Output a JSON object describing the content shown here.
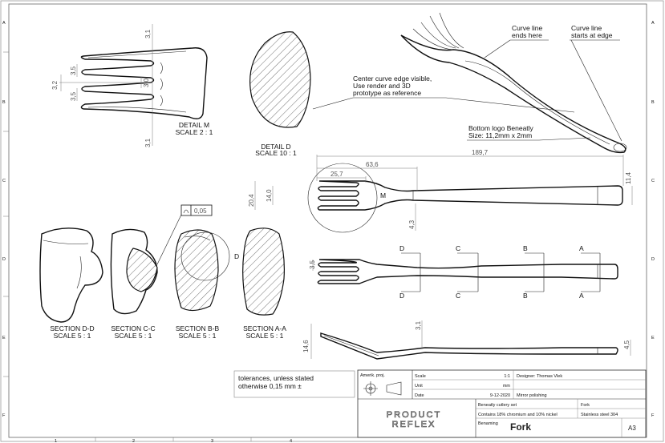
{
  "zones": {
    "top": [
      "1",
      "2",
      "3",
      "4"
    ],
    "side": [
      "A",
      "B",
      "C",
      "D",
      "E",
      "F"
    ]
  },
  "detail_m": {
    "title": "DETAIL M",
    "scale": "SCALE 2 : 1",
    "dims": [
      "3,1",
      "3,5",
      "3,2",
      "3,0",
      "3,5",
      "3,1"
    ]
  },
  "detail_d": {
    "title": "DETAIL D",
    "scale": "SCALE 10 : 1"
  },
  "notes": {
    "curve_ends": [
      "Curve line",
      "ends here"
    ],
    "curve_starts": [
      "Curve line",
      "starts at edge"
    ],
    "center_curve": [
      "Center curve edge visible,",
      "Use render and 3D",
      "prototype as reference"
    ],
    "bottom_logo": [
      "Bottom logo Beneatly",
      "Size: 11,2mm x 2mm"
    ]
  },
  "top_view": {
    "dims": [
      "189,7",
      "63,6",
      "25,7",
      "11,4",
      "20,4",
      "14,0",
      "4,3"
    ],
    "detail_circle_label": "M"
  },
  "sections": [
    {
      "title": "SECTION D-D",
      "scale": "SCALE 5 : 1"
    },
    {
      "title": "SECTION C-C",
      "scale": "SCALE 5 : 1"
    },
    {
      "title": "SECTION B-B",
      "scale": "SCALE 5 : 1"
    },
    {
      "title": "SECTION A-A",
      "scale": "SCALE 5 : 1"
    }
  ],
  "section_detail_label": "D",
  "gdt": {
    "tolerance": "0,05"
  },
  "side_view": {
    "cut_labels": [
      "D",
      "C",
      "B",
      "A"
    ],
    "dims": [
      "3,5"
    ]
  },
  "profile_view": {
    "dims": [
      "3,1",
      "14,6",
      "4,5"
    ]
  },
  "tolerances": [
    "tolerances, unless stated",
    "otherwise 0,15 mm ±"
  ],
  "title_block": {
    "projection": "Amerik. proj.",
    "scale_label": "Scale",
    "scale_value": "1:1",
    "designer": "Designer: Thomas Vlek",
    "unit_label": "Unit",
    "unit_value": "mm",
    "date_label": "Date",
    "date_value": "9-12-2020",
    "finish": "Mirror polishing",
    "set_name": "Beneatly cutlery set",
    "material_note": "Contains 18% chromium and 10% nickel",
    "benaming_label": "Benaming",
    "part_name": "Fork",
    "part_name_small": "Fork",
    "material": "Stainless steel 304",
    "sheet_size": "A3",
    "logo_line1": "PRODUCT",
    "logo_line2": "REFLEX"
  }
}
